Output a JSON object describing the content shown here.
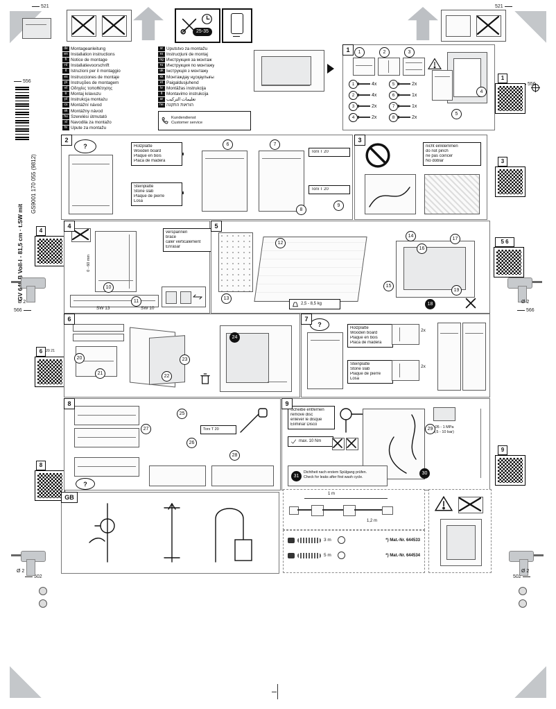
{
  "misc": {
    "question": "?"
  },
  "folds": {
    "top_left": "521",
    "top_right": "521",
    "upper_left": "556",
    "upper_right": "556",
    "mid_left": "566",
    "mid_right": "566",
    "lower_left": "502",
    "lower_right": "502"
  },
  "margin": {
    "doc_number": "GS9001 170 055 (9812)",
    "model": "GV 640 B Voll-I - 81,5 cm · t.SW mit",
    "drill_dia": "Ø 2",
    "qr_left": [
      {
        "badge": "4"
      },
      {
        "badge": "6",
        "steps": "20 21"
      },
      {
        "badge": "8"
      }
    ],
    "qr_right": [
      {
        "badge": "1"
      },
      {
        "badge": "3"
      },
      {
        "badge": "5 6"
      },
      {
        "badge": "9"
      }
    ]
  },
  "header": {
    "time_range": "25-35"
  },
  "languages": {
    "col1": [
      {
        "code": "de",
        "label": "Montageanleitung"
      },
      {
        "code": "en",
        "label": "Installation instructions"
      },
      {
        "code": "fr",
        "label": "Notice de montage"
      },
      {
        "code": "nl",
        "label": "Installatievoorschrift"
      },
      {
        "code": "it",
        "label": "Istruzioni per il montaggio"
      },
      {
        "code": "es",
        "label": "Instrucciones de montaje"
      },
      {
        "code": "pt",
        "label": "Instruções de montagem"
      },
      {
        "code": "el",
        "label": "Οδηγίες τοποθέτησης"
      },
      {
        "code": "tr",
        "label": "Montaj kılavuzu"
      },
      {
        "code": "pl",
        "label": "Instrukcja montażu"
      },
      {
        "code": "cs",
        "label": "Montážní návod"
      },
      {
        "code": "sk",
        "label": "Montážny návod"
      },
      {
        "code": "hu",
        "label": "Szerelési útmutató"
      },
      {
        "code": "sl",
        "label": "Navodila za montažo"
      },
      {
        "code": "hr",
        "label": "Upute za montažu"
      }
    ],
    "col2": [
      {
        "code": "sr",
        "label": "Uputstvo za montažu"
      },
      {
        "code": "ro",
        "label": "Instrucţiuni de montaj"
      },
      {
        "code": "bg",
        "label": "Инструкция за монтаж"
      },
      {
        "code": "ru",
        "label": "Инструкция по монтажу"
      },
      {
        "code": "uk",
        "label": "Інструкція з монтажу"
      },
      {
        "code": "kk",
        "label": "Монтаждау нұсқаулығы"
      },
      {
        "code": "et",
        "label": "Paigaldusjuhend"
      },
      {
        "code": "lv",
        "label": "Montāžas instrukcija"
      },
      {
        "code": "lt",
        "label": "Montavimo instrukcija"
      },
      {
        "code": "ar",
        "label": "تعليمات التركيب"
      },
      {
        "code": "he",
        "label": "הוראות התקנה"
      }
    ],
    "service": {
      "lines": [
        "Kundendienst",
        "Customer service"
      ]
    }
  },
  "panels": {
    "p1": {
      "badge": "1",
      "steps": [
        "1",
        "2",
        "3",
        "4",
        "5"
      ],
      "parts": [
        {
          "n": "1",
          "q": "4x"
        },
        {
          "n": "2",
          "q": "4x"
        },
        {
          "n": "3",
          "q": "2x"
        },
        {
          "n": "4",
          "q": "2x"
        },
        {
          "n": "5",
          "q": "2x"
        },
        {
          "n": "6",
          "q": "1x"
        },
        {
          "n": "7",
          "q": "1x"
        },
        {
          "n": "8",
          "q": "2x"
        }
      ]
    },
    "p2": {
      "badge": "2",
      "wood": [
        "Holzplatte",
        "Wooden board",
        "Plaque en bois",
        "Placa de madera"
      ],
      "stone": [
        "Steinplatte",
        "Stone slab",
        "Plaque de pierre",
        "Losa"
      ],
      "torx": "Torx T 20",
      "steps": [
        "6",
        "7",
        "8",
        "9"
      ]
    },
    "p3": {
      "badge": "3",
      "note": [
        "nicht einklemmen",
        "do not pinch",
        "ne pas coincer",
        "No doblar"
      ]
    },
    "p4": {
      "badge": "4",
      "note": [
        "verspannen",
        "brace",
        "caler verticalement",
        "Enrasar"
      ],
      "range": "0 - 60 mm",
      "sw13": "SW 13",
      "sw10": "SW 10",
      "steps": [
        "10",
        "11"
      ]
    },
    "p5": {
      "badge": "5",
      "weight": "2,5 - 8,5 kg",
      "steps": [
        "12",
        "13",
        "14",
        "15",
        "16",
        "17",
        "18",
        "19"
      ]
    },
    "p6": {
      "badge": "6",
      "steps": [
        "20",
        "21",
        "22",
        "23",
        "24"
      ]
    },
    "p7": {
      "badge": "7",
      "wood": [
        "Holzplatte",
        "Wooden board",
        "Plaque en bois",
        "Placa de madera"
      ],
      "stone": [
        "Steinplatte",
        "Stone slab",
        "Plaque de pierre",
        "Losa"
      ],
      "qty": "2x"
    },
    "p8": {
      "badge": "8",
      "torx": "Torx T 20",
      "steps": [
        "25",
        "26",
        "27",
        "28"
      ]
    },
    "p9": {
      "badge": "9",
      "note": [
        "Scheibe entfernen",
        "remove disc",
        "enlever le disque",
        "Eliminar Disco"
      ],
      "torque": "max. 10 Nm",
      "specs": [
        "0,05 - 1 MPa",
        "(0,5 - 10 bar)"
      ],
      "leak": [
        "Dichtheit nach erstem Spülgang prüfen.",
        "Check for leaks after first wash cycle."
      ],
      "steps": [
        "29",
        "30",
        "31"
      ]
    }
  },
  "gb": {
    "badge": "GB"
  },
  "hose_box": {
    "labels": [
      "1 m",
      "1,2 m"
    ]
  },
  "cord_box": {
    "rows": [
      {
        "len": "3 m",
        "mat": "*) Mat.-Nr. 644533"
      },
      {
        "len": "5 m",
        "mat": "*) Mat.-Nr. 644534"
      }
    ]
  }
}
